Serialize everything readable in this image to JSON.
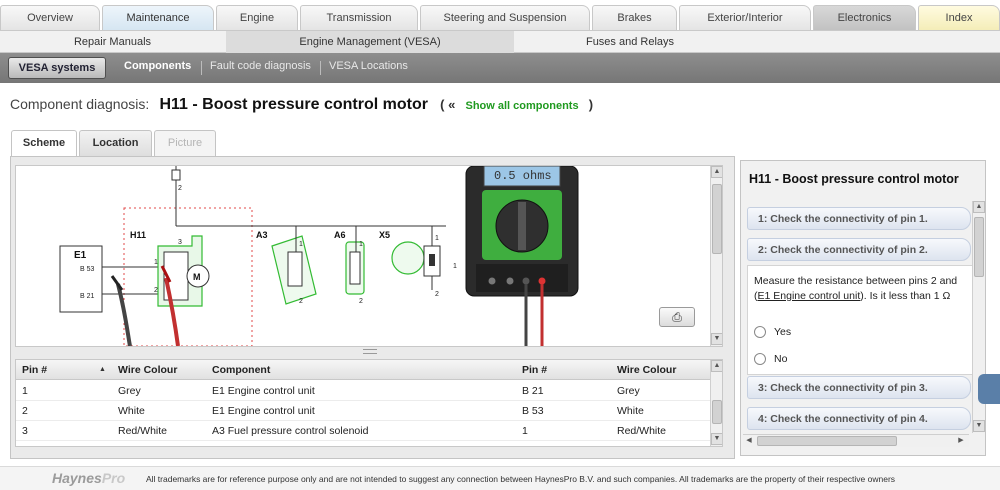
{
  "top_tabs": [
    "Overview",
    "Maintenance",
    "Engine",
    "Transmission",
    "Steering and Suspension",
    "Brakes",
    "Exterior/Interior",
    "Electronics",
    "Index"
  ],
  "sub_nav": [
    "Repair Manuals",
    "Engine Management (VESA)",
    "Fuses and Relays"
  ],
  "toolbar": {
    "vesa_systems": "VESA systems",
    "components": "Components",
    "fault_code": "Fault code diagnosis",
    "locations": "VESA Locations"
  },
  "title": {
    "prefix": "Component diagnosis:",
    "component": "H11 - Boost pressure control motor",
    "open": "( «",
    "show_all": "Show all components",
    "close": ")"
  },
  "view_tabs": {
    "scheme": "Scheme",
    "location": "Location",
    "picture": "Picture"
  },
  "diagram": {
    "e1": "E1",
    "b53": "B 53",
    "b21": "B 21",
    "h11": "H11",
    "a3": "A3",
    "a6": "A6",
    "x5": "X5",
    "motor": "M",
    "meter_display": "0.5 ohms",
    "pin_numbers": [
      "2",
      "1",
      "2",
      "3",
      "1",
      "2",
      "1",
      "2",
      "1",
      "2",
      "1",
      "2",
      "1"
    ]
  },
  "print_icon": "printer-icon",
  "pin_table": {
    "headers": [
      "Pin #",
      "Wire Colour",
      "Component",
      "Pin #",
      "Wire Colour"
    ],
    "rows": [
      [
        "1",
        "Grey",
        "E1 Engine control unit",
        "B 21",
        "Grey"
      ],
      [
        "2",
        "White",
        "E1 Engine control unit",
        "B 53",
        "White"
      ],
      [
        "3",
        "Red/White",
        "A3 Fuel pressure control solenoid",
        "1",
        "Red/White"
      ]
    ]
  },
  "right_panel": {
    "title": "H11 - Boost pressure control motor",
    "steps": [
      "1: Check the connectivity of pin 1.",
      "2: Check the connectivity of pin 2.",
      "3: Check the connectivity of pin 3.",
      "4: Check the connectivity of pin 4."
    ],
    "question_line1": "Measure the resistance between pins 2 and",
    "question_paren_open": "(",
    "question_link": "E1 Engine control unit",
    "question_rest": "). Is it less than 1 Ω",
    "yes": "Yes",
    "no": "No"
  },
  "footer": {
    "logo_main": "Haynes",
    "logo_pro": "Pro",
    "legal": "All trademarks are for reference purpose only and are not intended to suggest any connection between HaynesPro B.V. and such companies. All trademarks are the property of their respective owners"
  },
  "colors": {
    "accent_green": "#1f9a1f",
    "wire_green": "#22bb22",
    "fuse_red": "#e04848"
  }
}
